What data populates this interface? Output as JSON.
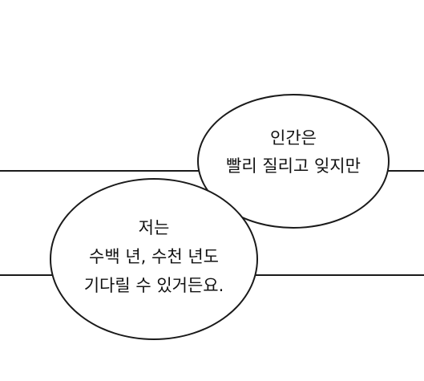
{
  "bubbles": [
    {
      "lines": [
        "인간은",
        "빨리 질리고 잊지만"
      ]
    },
    {
      "lines": [
        "저는",
        "수백 년, 수천 년도",
        "기다릴 수 있거든요."
      ]
    }
  ]
}
